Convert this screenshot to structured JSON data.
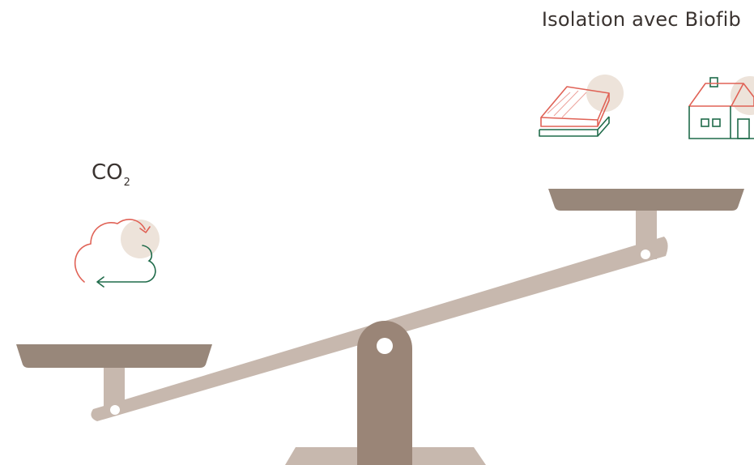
{
  "labels": {
    "right_title": "Isolation avec Biofib",
    "left_main": "CO",
    "left_sub": "2"
  },
  "icons": {
    "left": "co2-cycle-cloud-icon",
    "right": [
      "insulation-panel-icon",
      "house-icon"
    ]
  },
  "colors": {
    "beam": "#c7b8ae",
    "pan": "#98877a",
    "post": "#9a8577",
    "base": "#c7b8ae",
    "accent_red": "#e06256",
    "accent_green": "#1f6b4a",
    "highlight_circle": "#ede3da",
    "text": "#3a3330"
  }
}
